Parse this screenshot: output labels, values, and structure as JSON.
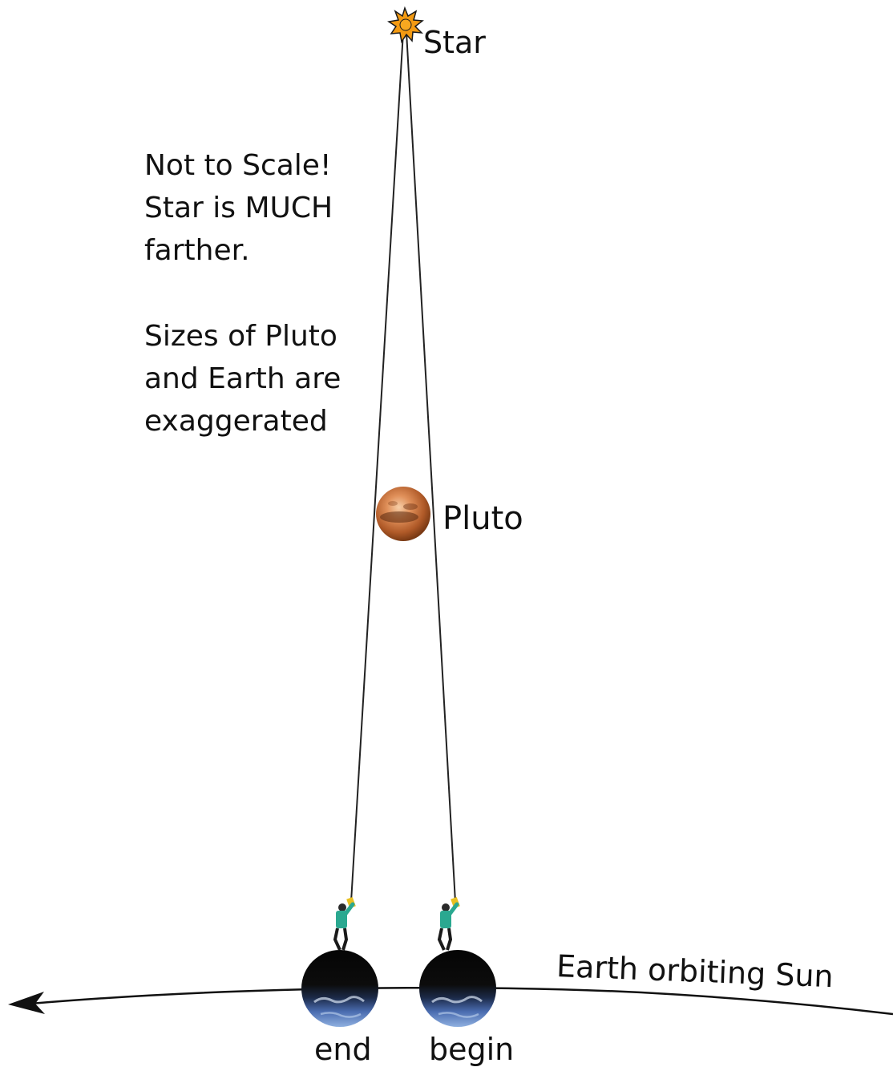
{
  "labels": {
    "star": "Star",
    "pluto": "Pluto",
    "end": "end",
    "begin": "begin",
    "orbit": "Earth orbiting Sun"
  },
  "notes": {
    "scale": [
      "Not to Scale!",
      "Star is MUCH",
      "farther."
    ],
    "sizes": [
      "Sizes of Pluto",
      "and Earth are",
      "exaggerated"
    ]
  },
  "colors": {
    "star_fill": "#f39a12",
    "star_outline": "#1a1a1a",
    "pluto_light": "#f5c49a",
    "pluto_mid": "#c8703a",
    "pluto_dark": "#5a2a10",
    "earth_dark": "#0a0a0a",
    "earth_blue": "#5a82c8",
    "observer_teal": "#2aa890",
    "observer_yellow": "#e8c020",
    "line": "#222222"
  }
}
